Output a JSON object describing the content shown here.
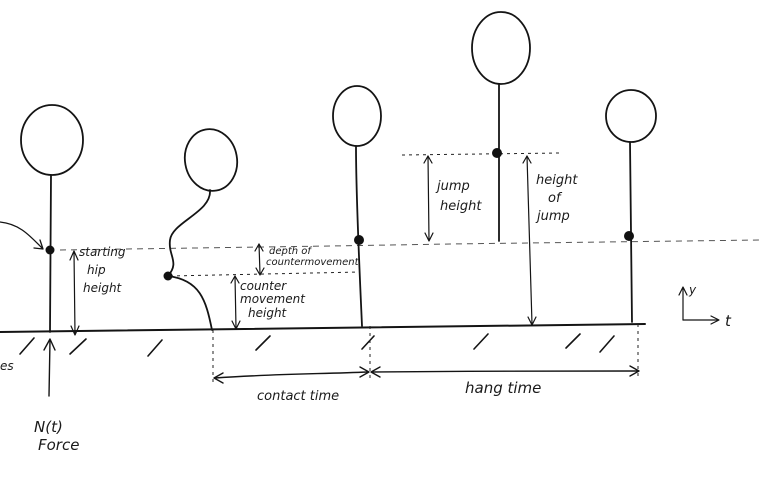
{
  "diagram": {
    "labels": {
      "starting_hip_height": [
        "starting",
        "hip",
        "height"
      ],
      "depth_of_countermovement": [
        "depth of",
        "countermovement"
      ],
      "countermovement_height": [
        "counter",
        "movement",
        "height"
      ],
      "jump_height": [
        "jump",
        "height"
      ],
      "height_of_jump": [
        "height",
        "of",
        "jump"
      ],
      "contact_time": "contact time",
      "hang_time": "hang time",
      "normal_force": [
        "N(t)",
        "Force"
      ],
      "left_edge_fragment": "es",
      "axis_y": "y",
      "axis_t": "t"
    }
  }
}
